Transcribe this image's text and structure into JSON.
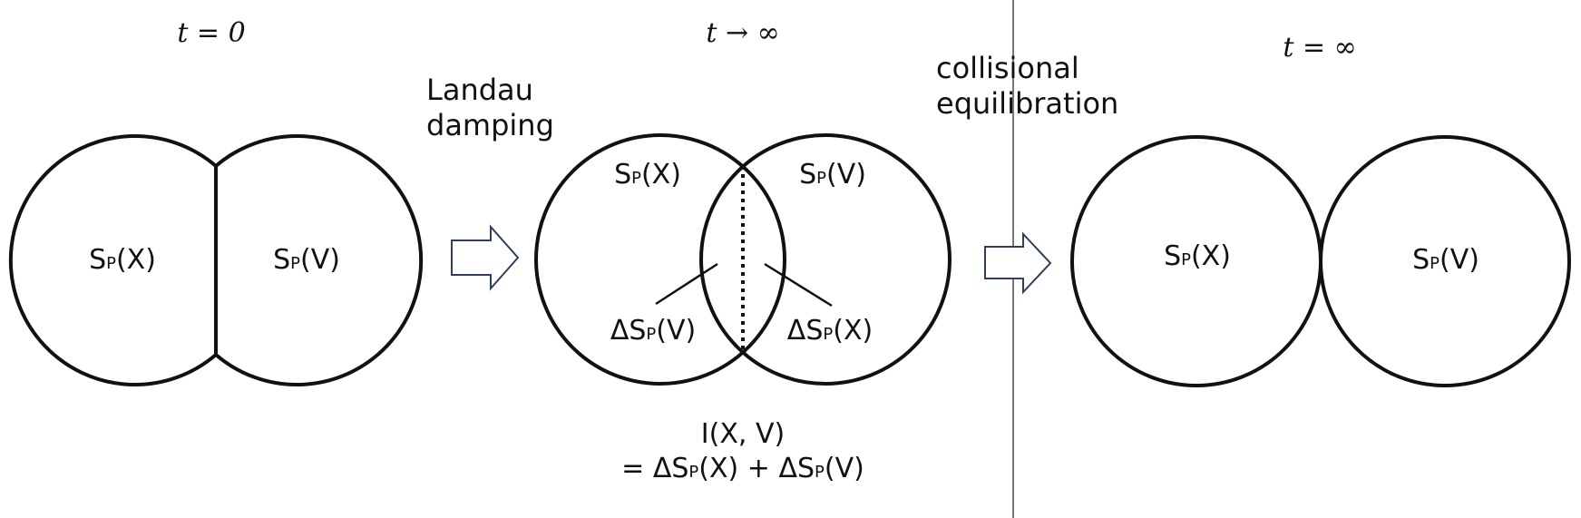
{
  "panels": [
    {
      "time_label": "t = 0",
      "left_label": {
        "main": "S",
        "sub": "P",
        "arg": "(X)"
      },
      "right_label": {
        "main": "S",
        "sub": "P",
        "arg": "(V)"
      }
    },
    {
      "time_label": "t → ∞",
      "left_label": {
        "main": "S",
        "sub": "P",
        "arg": "(X)"
      },
      "right_label": {
        "main": "S",
        "sub": "P",
        "arg": "(V)"
      },
      "delta_left": {
        "main": "ΔS",
        "sub": "P",
        "arg": "(V)"
      },
      "delta_right": {
        "main": "ΔS",
        "sub": "P",
        "arg": "(X)"
      },
      "mutual_info": {
        "line1": "I(X, V)",
        "line2_prefix": "= ΔS",
        "line2_sub1": "P",
        "line2_mid": "(X) + ΔS",
        "line2_sub2": "P",
        "line2_end": "(V)"
      }
    },
    {
      "time_label": "t = ∞",
      "left_label": {
        "main": "S",
        "sub": "P",
        "arg": "(X)"
      },
      "right_label": {
        "main": "S",
        "sub": "P",
        "arg": "(V)"
      }
    }
  ],
  "transitions": [
    {
      "lines": [
        "Landau",
        "damping"
      ],
      "icon": "right-arrow-icon"
    },
    {
      "lines": [
        "collisional",
        "equilibration"
      ],
      "icon": "right-arrow-icon"
    }
  ],
  "colors": {
    "stroke": "#111111",
    "arrow_stroke": "#2f3f5c",
    "divider": "#777777"
  }
}
